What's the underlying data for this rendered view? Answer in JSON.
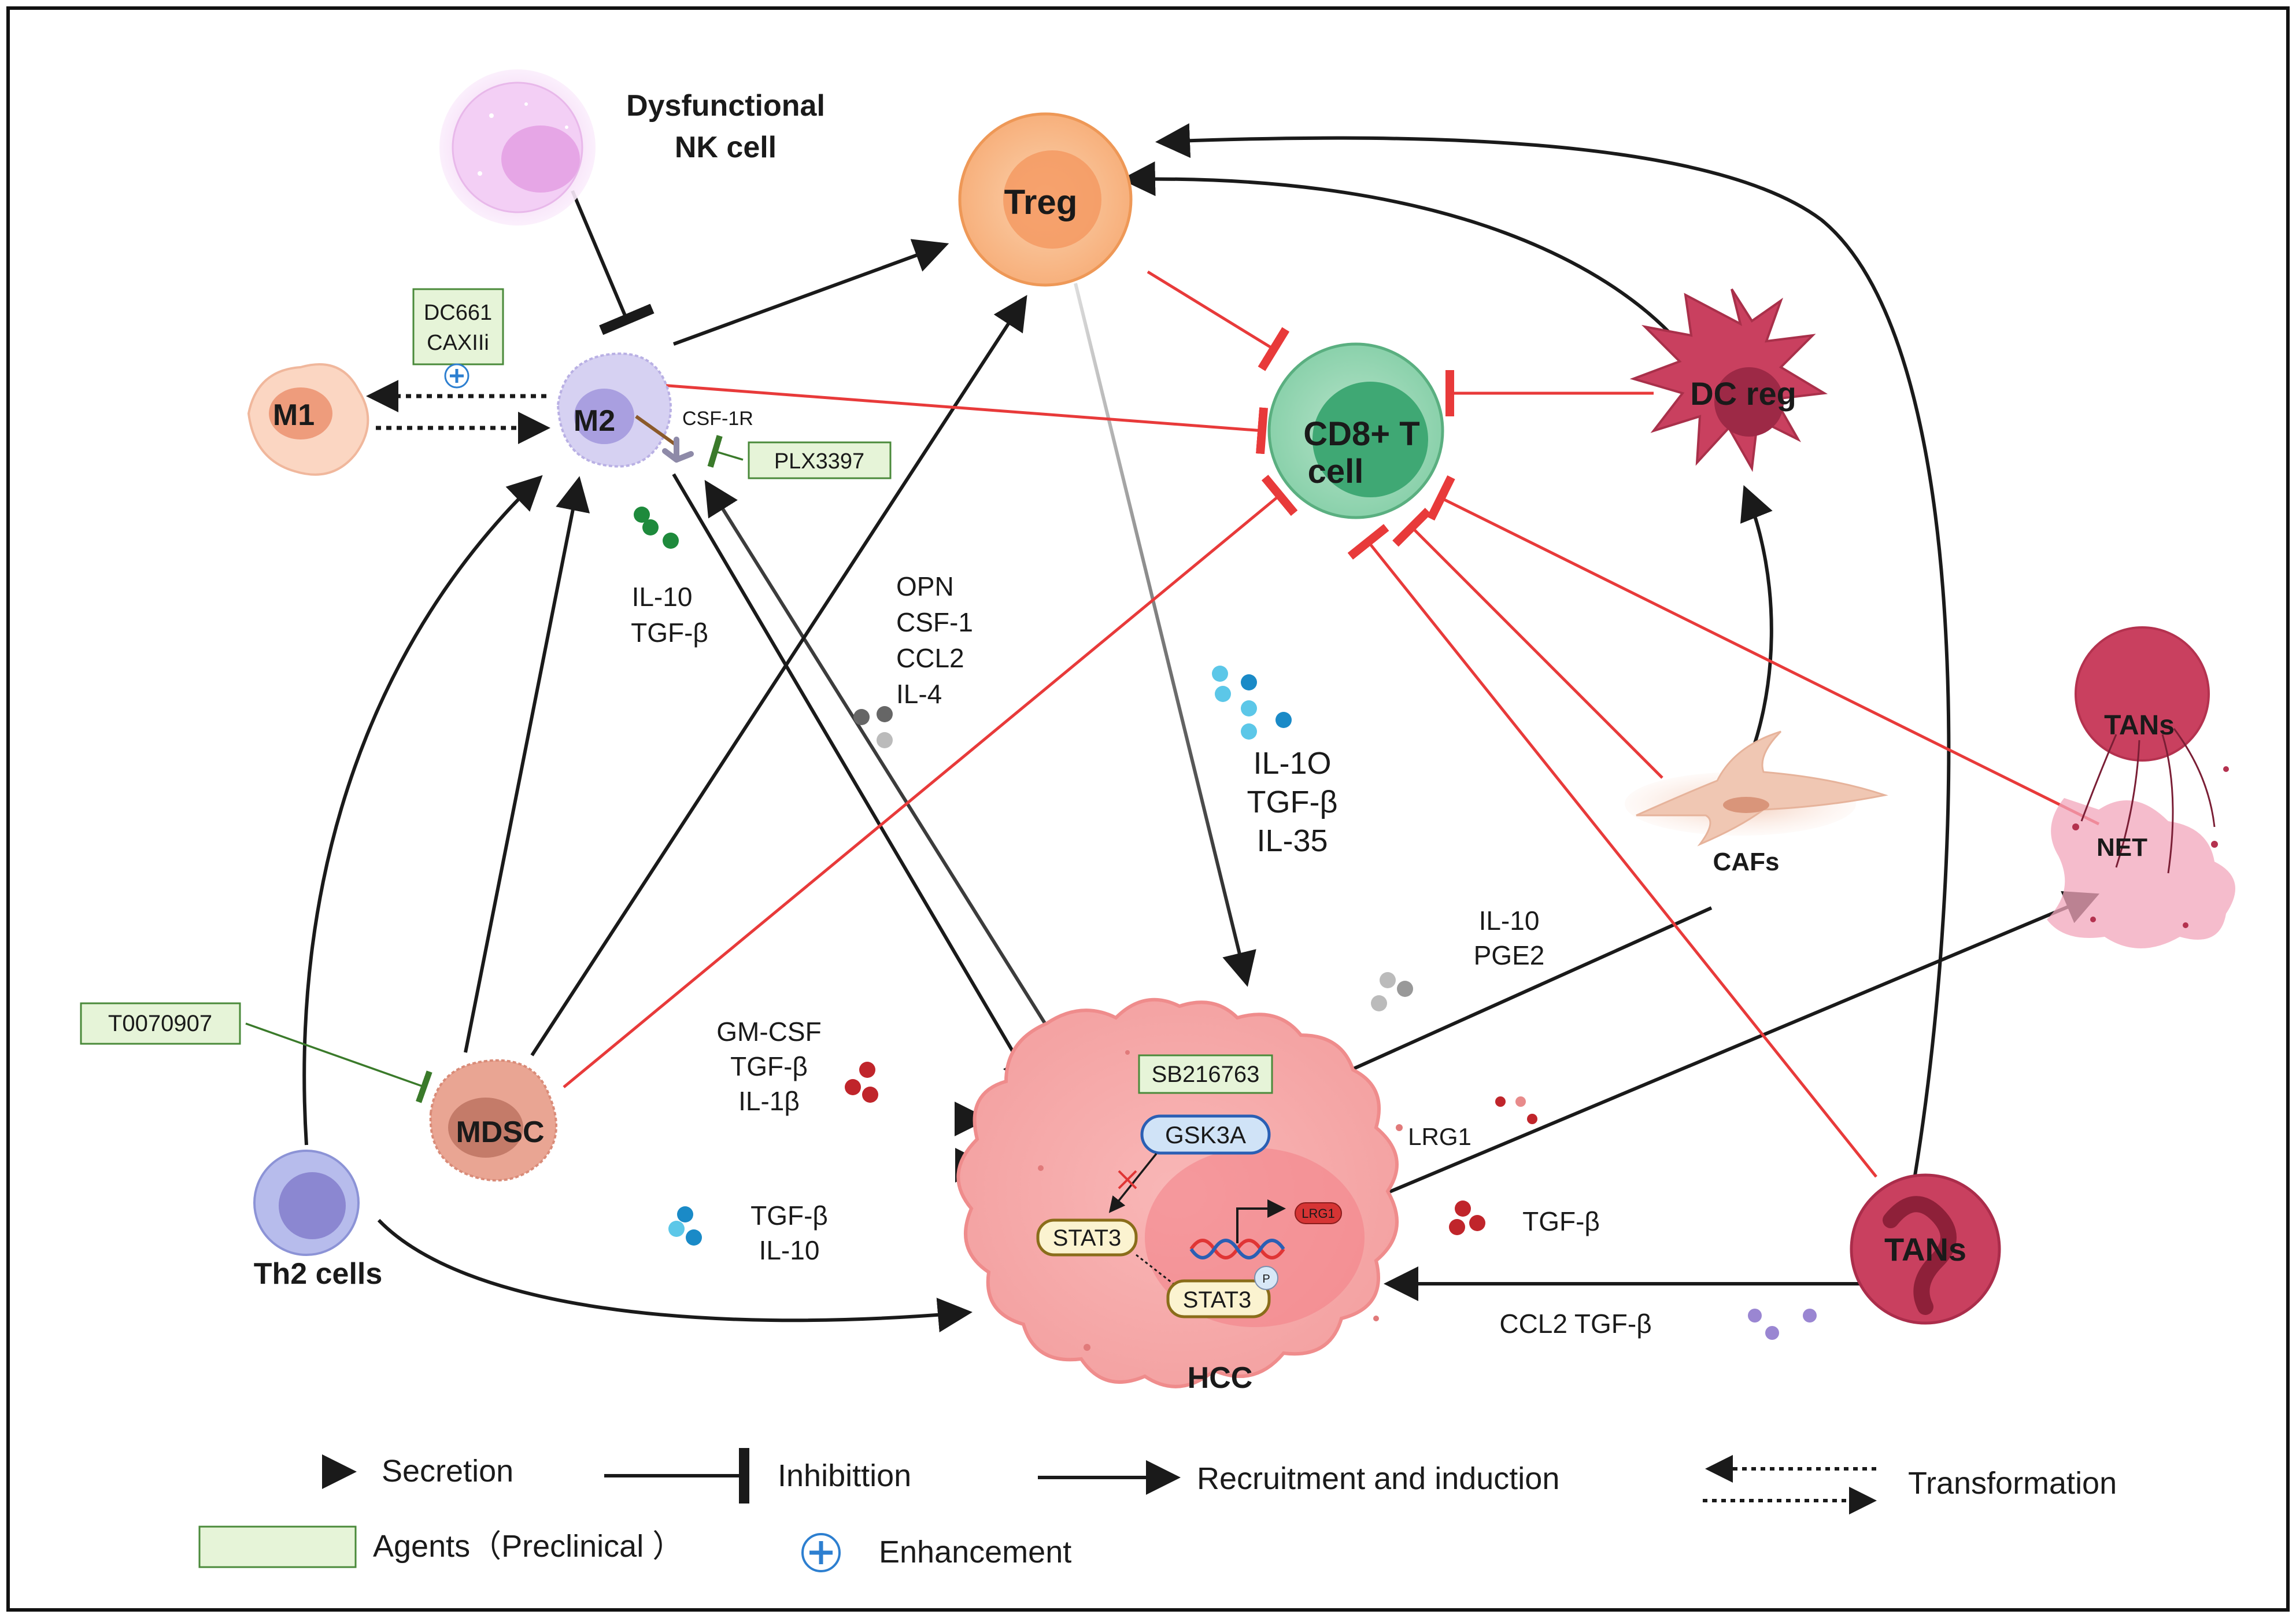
{
  "cells": {
    "nk": "Dysfunctional NK cell",
    "nk_line1": "Dysfunctional",
    "nk_line2": "NK cell",
    "treg": "Treg",
    "m1": "M1",
    "m2": "M2",
    "cd8_line1": "CD8+ T",
    "cd8_line2": "cell",
    "dc": "DC reg",
    "tans_top": "TANs",
    "net": "NET",
    "cafs": "CAFs",
    "mdsc": "MDSC",
    "th2": "Th2 cells",
    "hcc": "HCC",
    "tans": "TANs"
  },
  "receptor": {
    "csf1r": "CSF-1R"
  },
  "agents": {
    "dc661": "DC661",
    "caxii": "CAXIIi",
    "plx": "PLX3397",
    "t007": "T0070907",
    "sb": "SB216763"
  },
  "molecules": {
    "gsk3a": "GSK3A",
    "stat3_a": "STAT3",
    "stat3_b": "STAT3",
    "lrg1_badge": "LRG1",
    "p_badge": "P"
  },
  "labels": {
    "m2_il10": "IL-10",
    "m2_tgfb": "TGF-β",
    "opn": "OPN",
    "csf1": "CSF-1",
    "ccl2": "CCL2",
    "il4": "IL-4",
    "treg_il10": "IL-1O",
    "treg_tgfb": "TGF-β",
    "treg_il35": "IL-35",
    "caf_il10": "IL-10",
    "caf_pge2": "PGE2",
    "gmcsf": "GM-CSF",
    "hcc_tgfb": "TGF-β",
    "il1b": "IL-1β",
    "mdsc_tgfb": "TGF-β",
    "mdsc_il10": "IL-10",
    "lrg1": "LRG1",
    "tan_tgfb": "TGF-β",
    "ccl2_tgfb": "CCL2 TGF-β"
  },
  "legend": {
    "secretion": "Secretion",
    "inhibition": "Inhibittion",
    "recruitment": "Recruitment and induction",
    "transformation": "Transformation",
    "agents": "Agents（Preclinical ）",
    "enhancement": "Enhancement"
  },
  "colors": {
    "inhibition_red": "#e83a3a",
    "agent_green_fill": "#e6f4d8",
    "agent_green_border": "#4a8a3a",
    "treg_orange": "#f7b07c",
    "cd8_green": "#6cc39a",
    "tan_maroon": "#c0405f",
    "hcc_pink": "#f6a6a6",
    "m2_lavender": "#c9c2ee",
    "th2_blue": "#a9aee6"
  }
}
